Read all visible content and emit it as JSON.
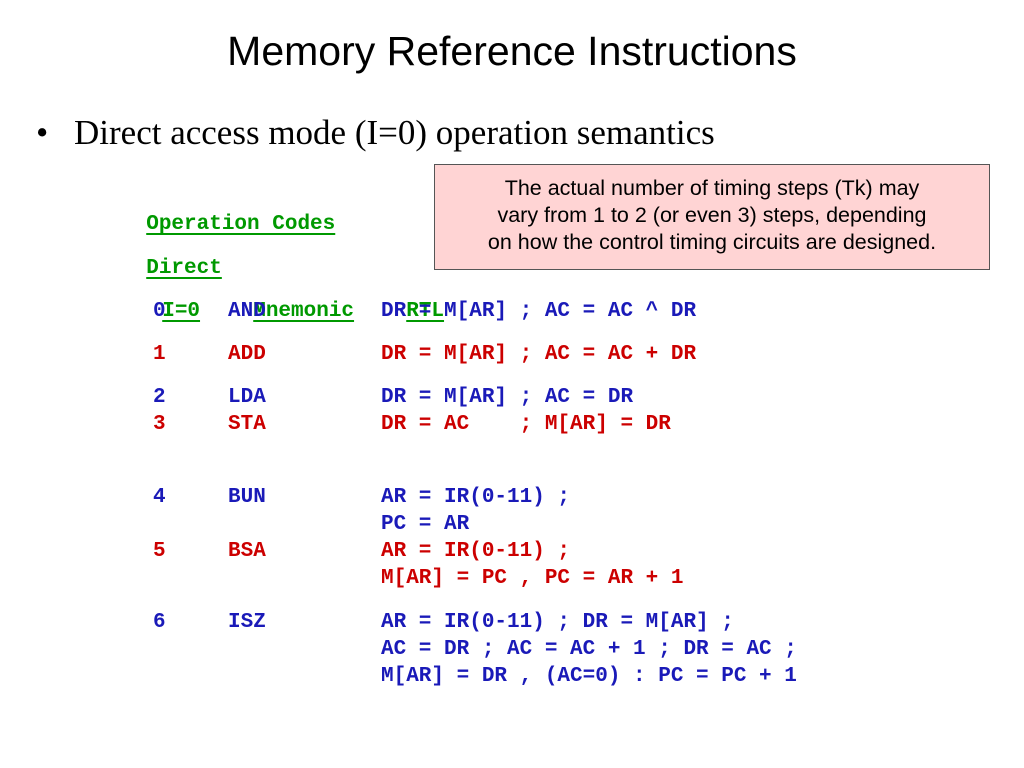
{
  "title": "Memory Reference Instructions",
  "bullet": {
    "symbol": "•",
    "text": "Direct access mode (I=0) operation semantics"
  },
  "note": {
    "lines": [
      "The actual number of timing steps (Tk) may",
      "vary from 1 to 2 (or even 3) steps, depending",
      "on how the control timing circuits are designed."
    ]
  },
  "table": {
    "heading1": "Operation Codes",
    "heading2": "Direct",
    "col_i": "I=0",
    "col_mnemonic": "Mnemonic",
    "col_rtl": "RTL",
    "rows": [
      {
        "code": "0",
        "mnemonic": "AND",
        "rtl": [
          "DR = M[AR] ; AC = AC ^ DR"
        ],
        "color": "#1a1ab8"
      },
      {
        "code": "1",
        "mnemonic": "ADD",
        "rtl": [
          "DR = M[AR] ; AC = AC + DR"
        ],
        "color": "#cc0000"
      },
      {
        "code": "2",
        "mnemonic": "LDA",
        "rtl": [
          "DR = M[AR] ; AC = DR"
        ],
        "color": "#1a1ab8"
      },
      {
        "code": "3",
        "mnemonic": "STA",
        "rtl": [
          "DR = AC    ; M[AR] = DR"
        ],
        "color": "#cc0000"
      },
      {
        "code": "4",
        "mnemonic": "BUN",
        "rtl": [
          "AR = IR(0-11) ;",
          "PC = AR"
        ],
        "color": "#1a1ab8"
      },
      {
        "code": "5",
        "mnemonic": "BSA",
        "rtl": [
          "AR = IR(0-11) ;",
          "M[AR] = PC , PC = AR + 1"
        ],
        "color": "#cc0000"
      },
      {
        "code": "6",
        "mnemonic": "ISZ",
        "rtl": [
          "AR = IR(0-11) ; DR = M[AR] ;",
          "AC = DR ; AC = AC + 1 ; DR = AC ;",
          "M[AR] = DR , (AC=0) : PC = PC + 1"
        ],
        "color": "#1a1ab8"
      }
    ]
  }
}
